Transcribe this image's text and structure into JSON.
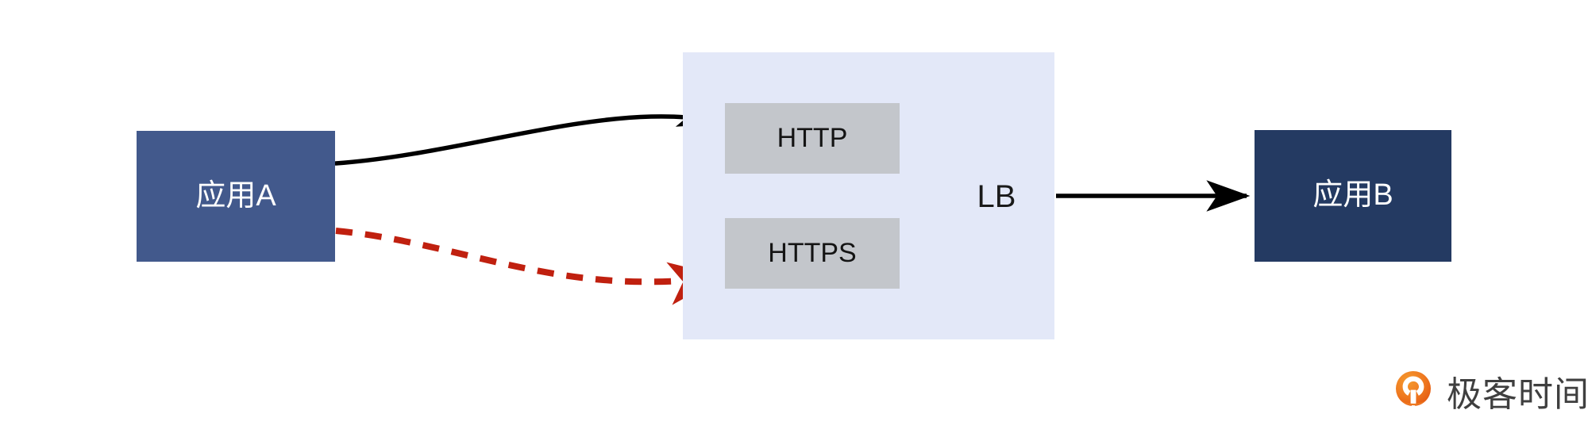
{
  "diagram": {
    "title": "LB protocol routing diagram",
    "background": "#ffffff",
    "nodes": {
      "app_a": {
        "label": "应用A",
        "color": "#42598c",
        "text_color": "#ffffff"
      },
      "app_b": {
        "label": "应用B",
        "color": "#243a62",
        "text_color": "#ffffff"
      },
      "lb": {
        "label": "LB",
        "container_color": "#e3e8f8",
        "text_color": "#1a1a1a",
        "protocols": [
          {
            "label": "HTTP",
            "color": "#c3c6cb"
          },
          {
            "label": "HTTPS",
            "color": "#c3c6cb"
          }
        ]
      }
    },
    "edges": [
      {
        "name": "app-a-to-http",
        "from": "应用A",
        "to": "HTTP",
        "style": "solid",
        "color": "#000000",
        "label": ""
      },
      {
        "name": "app-a-to-https",
        "from": "应用A",
        "to": "HTTPS",
        "style": "dashed",
        "color": "#c0200f",
        "label": ""
      },
      {
        "name": "lb-to-app-b",
        "from": "LB",
        "to": "应用B",
        "style": "solid",
        "color": "#000000",
        "label": ""
      }
    ]
  },
  "branding": {
    "name": "极客时间",
    "mark_color": "#ef7920",
    "text_color": "#3f3f3f"
  }
}
